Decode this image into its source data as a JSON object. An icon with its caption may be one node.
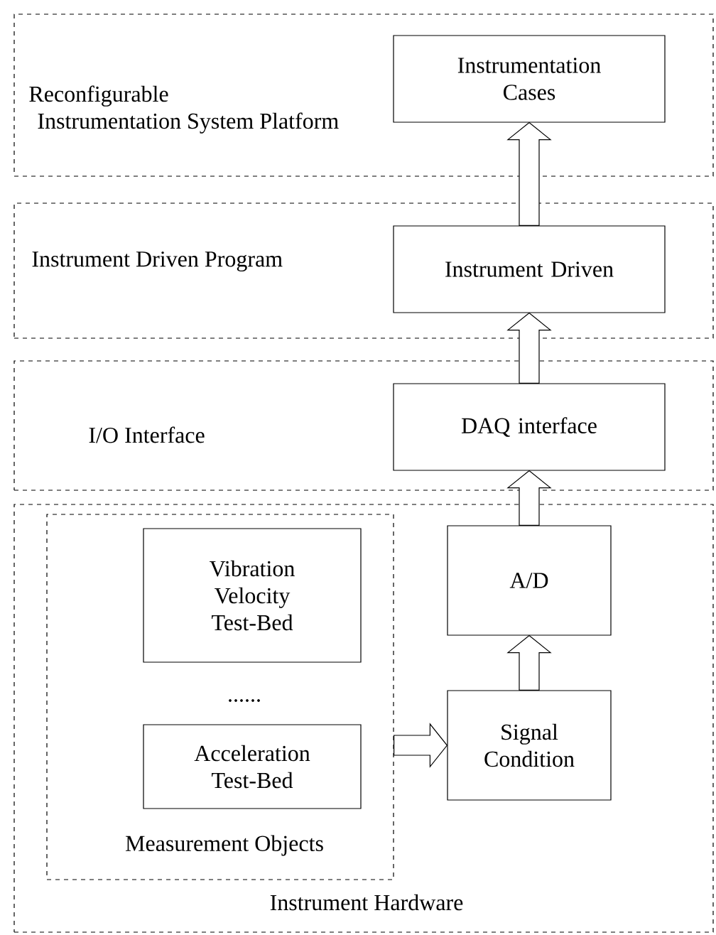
{
  "diagram": {
    "nodes": [
      {
        "text": [
          "Reconfigurable Instrumentation System Platform"
        ]
      },
      {
        "text": [
          "Instrumentation Cases"
        ],
        "in": 0
      },
      {
        "text": [
          "Instrument Driven Program"
        ]
      },
      {
        "text": [
          "Instrument Driven"
        ],
        "in": 2
      },
      {
        "text": [
          "I/O Interface"
        ]
      },
      {
        "text": [
          "DAQ interface"
        ],
        "in": 4
      },
      {
        "text": [
          "Instrument Hardware"
        ]
      },
      {
        "text": [
          "Measurement Objects"
        ],
        "in": 6
      },
      {
        "text": [
          "Vibration Velocity Test-Bed"
        ],
        "in": 7
      },
      {
        "text": [
          "Acceleration Test-Bed"
        ],
        "in": 7
      },
      {
        "text": [
          "A/D"
        ],
        "in": 6
      },
      {
        "text": [
          "Signal Condition"
        ],
        "in": 6
      }
    ],
    "edges": [
      {
        "from": 11,
        "to": 10,
        "arrow": "to"
      },
      {
        "from": 10,
        "to": 5,
        "arrow": "to"
      },
      {
        "from": 5,
        "to": 3,
        "arrow": "to"
      },
      {
        "from": 3,
        "to": 1,
        "arrow": "to"
      },
      {
        "from": 7,
        "to": 11,
        "arrow": "to"
      }
    ],
    "labels": [
      "......"
    ]
  }
}
